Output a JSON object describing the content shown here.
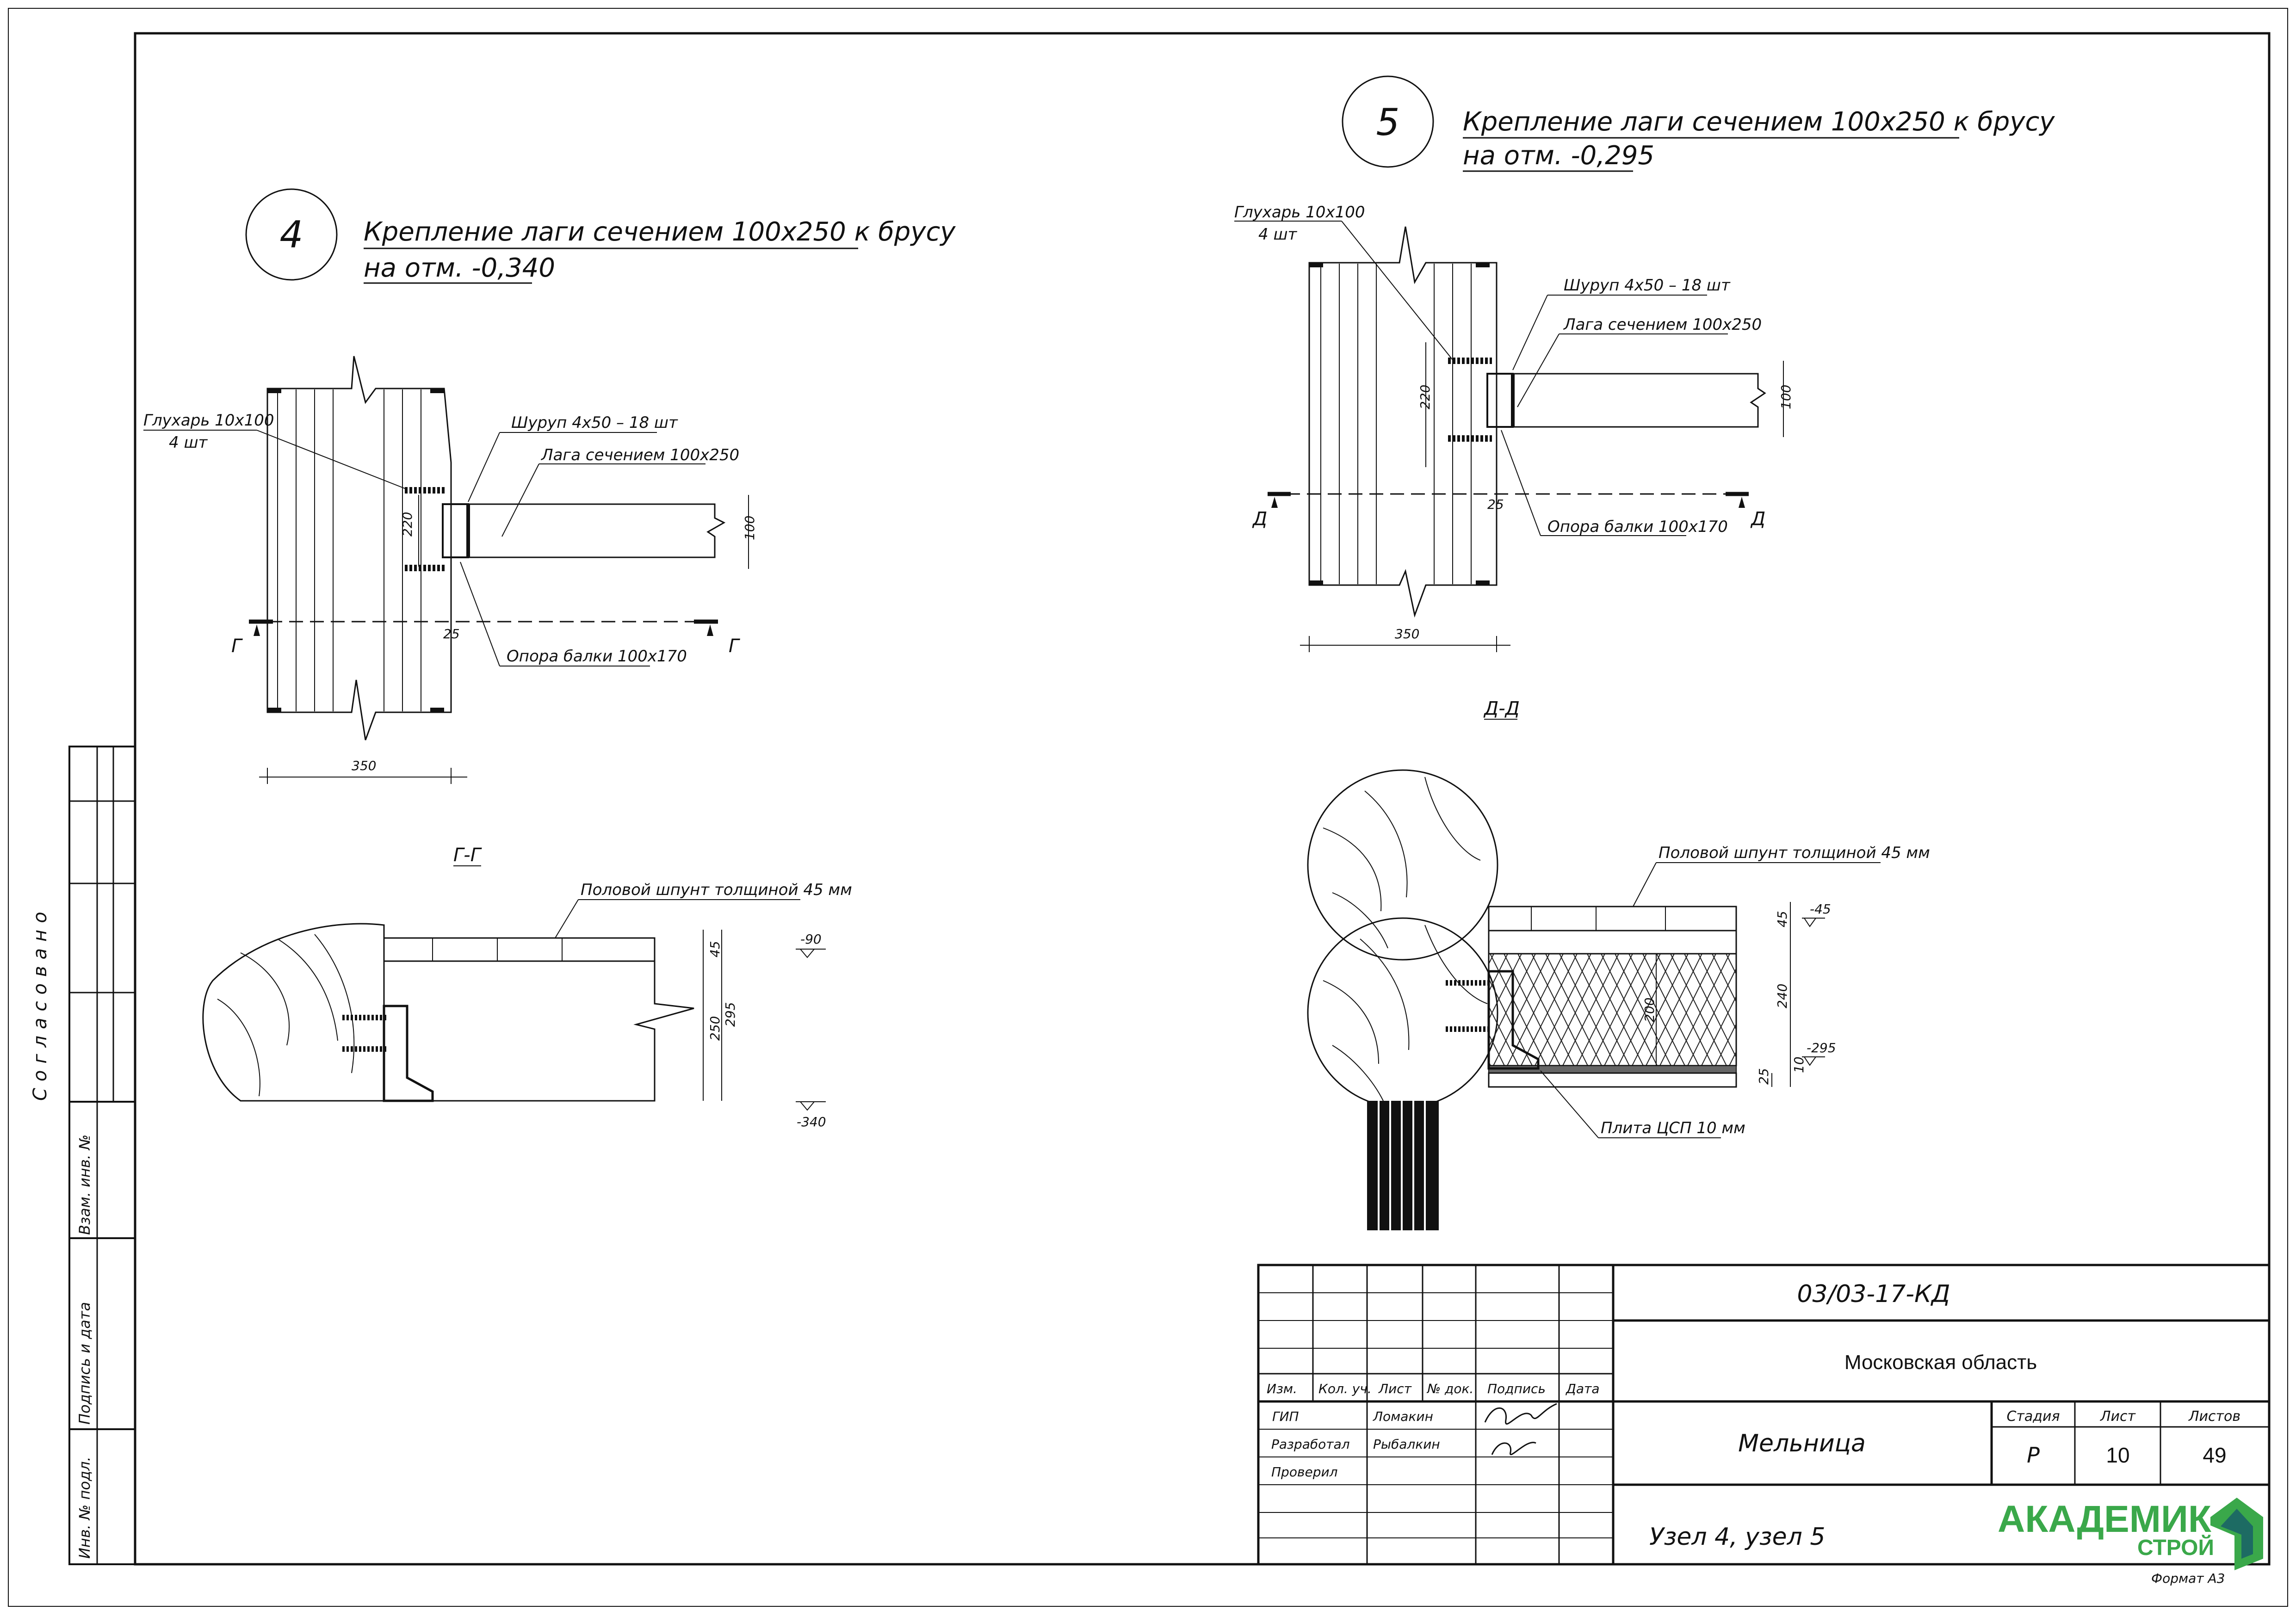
{
  "node4": {
    "number": "4",
    "title_line1": "Крепление лаги сечением 100х250 к брусу",
    "title_line2": "на отм.  -0,340",
    "glukhar": "Глухарь 10х100",
    "glukhar_qty": "4 шт",
    "shurup": "Шуруп 4х50  – 18 шт",
    "laga": "Лага сечением 100х250",
    "opora": "Опора балки 100х170",
    "dim_220": "220",
    "dim_100": "100",
    "dim_25": "25",
    "dim_350": "350",
    "section_mark": "Г",
    "section_title": "Г-Г",
    "floor": "Половой шпунт толщиной 45 мм",
    "dim_45": "45",
    "dim_250": "250",
    "dim_295": "295",
    "level_top": "-90",
    "level_bottom": "-340"
  },
  "node5": {
    "number": "5",
    "title_line1": "Крепление лаги сечением 100х250 к брусу",
    "title_line2": "на отм.  -0,295",
    "glukhar": "Глухарь 10х100",
    "glukhar_qty": "4 шт",
    "shurup": "Шуруп 4х50  – 18 шт",
    "laga": "Лага сечением 100х250",
    "opora": "Опора балки 100х170",
    "dim_220": "220",
    "dim_100": "100",
    "dim_25": "25",
    "dim_350": "350",
    "section_mark": "Д",
    "section_title": "Д-Д",
    "floor": "Половой шпунт толщиной 45 мм",
    "plate": "Плита ЦСП 10 мм",
    "dim_45": "45",
    "dim_240": "240",
    "dim_200": "200",
    "dim_10": "10",
    "dim_25b": "25",
    "level_top": "-45",
    "level_bottom": "-295"
  },
  "side_stamp": {
    "agreed": "Согласовано",
    "vzam": "Взам. инв. №",
    "podpis_data": "Подпись и дата",
    "inv_podl": "Инв. № подл."
  },
  "title_block": {
    "code": "03/03-17-КД",
    "region": "Московская область",
    "object": "Мельница",
    "sheet_title": "Узел 4, узел 5",
    "headers": [
      "Изм.",
      "Кол. уч.",
      "Лист",
      "№ док.",
      "Подпись",
      "Дата"
    ],
    "rows": [
      {
        "role": "ГИП",
        "name": "Ломакин"
      },
      {
        "role": "Разработал",
        "name": "Рыбалкин"
      },
      {
        "role": "Проверил",
        "name": ""
      }
    ],
    "stage_label": "Стадия",
    "stage": "Р",
    "sheet_label": "Лист",
    "sheet": "10",
    "sheets_label": "Листов",
    "sheets": "49",
    "logo_main": "АКАДЕМИК",
    "logo_sub": "СТРОЙ",
    "format": "Формат А3"
  },
  "colors": {
    "ink": "#111111",
    "logo_green": "#3aa84a",
    "logo_dark": "#1d6b63"
  }
}
